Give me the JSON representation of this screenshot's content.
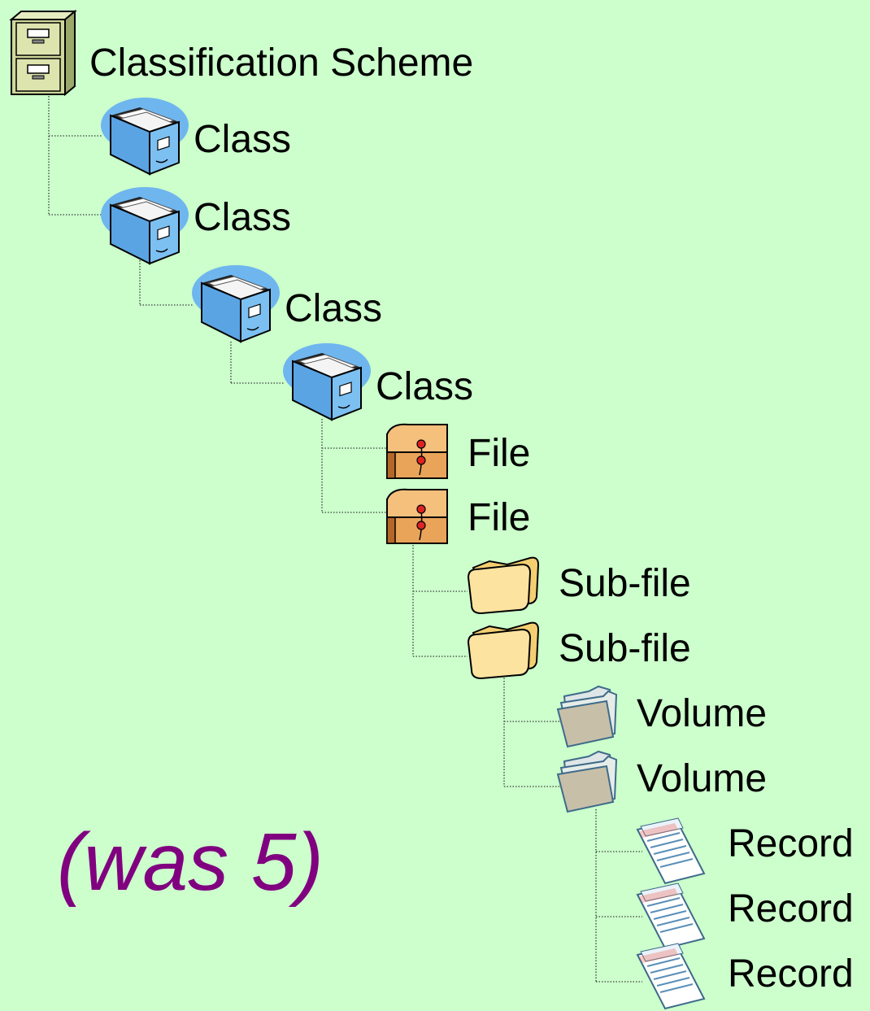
{
  "scheme": {
    "label": "Classification Scheme",
    "icon": "filing-cabinet-icon"
  },
  "classes": [
    {
      "label": "Class",
      "icon": "card-drawer-icon"
    },
    {
      "label": "Class",
      "icon": "card-drawer-icon"
    },
    {
      "label": "Class",
      "icon": "card-drawer-icon"
    },
    {
      "label": "Class",
      "icon": "card-drawer-icon"
    }
  ],
  "files": [
    {
      "label": "File",
      "icon": "tied-envelope-file-icon"
    },
    {
      "label": "File",
      "icon": "tied-envelope-file-icon"
    }
  ],
  "subfiles": [
    {
      "label": "Sub-file",
      "icon": "manila-folder-icon"
    },
    {
      "label": "Sub-file",
      "icon": "manila-folder-icon"
    }
  ],
  "volumes": [
    {
      "label": "Volume",
      "icon": "grey-folder-icon"
    },
    {
      "label": "Volume",
      "icon": "grey-folder-icon"
    }
  ],
  "records": [
    {
      "label": "Record",
      "icon": "document-icon"
    },
    {
      "label": "Record",
      "icon": "document-icon"
    },
    {
      "label": "Record",
      "icon": "document-icon"
    }
  ],
  "annotation": "(was 5)",
  "colors": {
    "background": "#ccffcc",
    "annotation": "#800080",
    "drawer_blue": "#6fb6ef",
    "file_orange": "#f2b46a",
    "folder_yellow": "#fde3a0",
    "volume_grey": "#c8bfa8"
  }
}
